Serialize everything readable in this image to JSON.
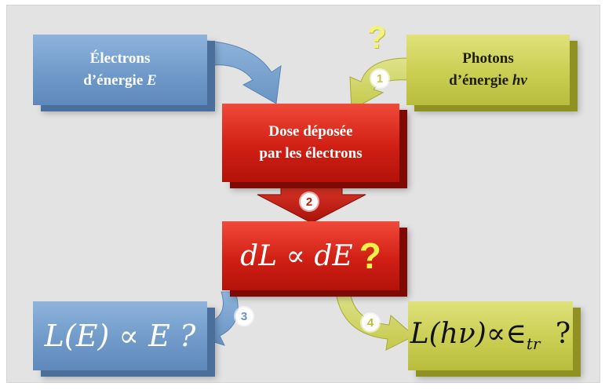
{
  "diagram": {
    "electrons_box": {
      "line1": "Électrons",
      "line2": "d’énergie",
      "symbol": "E"
    },
    "photons_box": {
      "line1": "Photons",
      "line2": "d’énergie",
      "symbol": "hν"
    },
    "dose_box": {
      "line1": "Dose déposée",
      "line2": "par les électrons"
    },
    "center_box": {
      "formula": "dL ∝ dE",
      "mark": "?"
    },
    "left_result_box": {
      "formula": "L(E) ∝ E ?"
    },
    "right_result_box": {
      "formula_main": "L(hν)∝∈",
      "formula_sub": "tr",
      "mark": "?"
    },
    "top_question": "?",
    "steps": [
      "1",
      "2",
      "3",
      "4"
    ]
  },
  "colors": {
    "blue": "#6e98c8",
    "yellow": "#c8cc4f",
    "red": "#d11f14",
    "background": "#e3e3e3"
  }
}
